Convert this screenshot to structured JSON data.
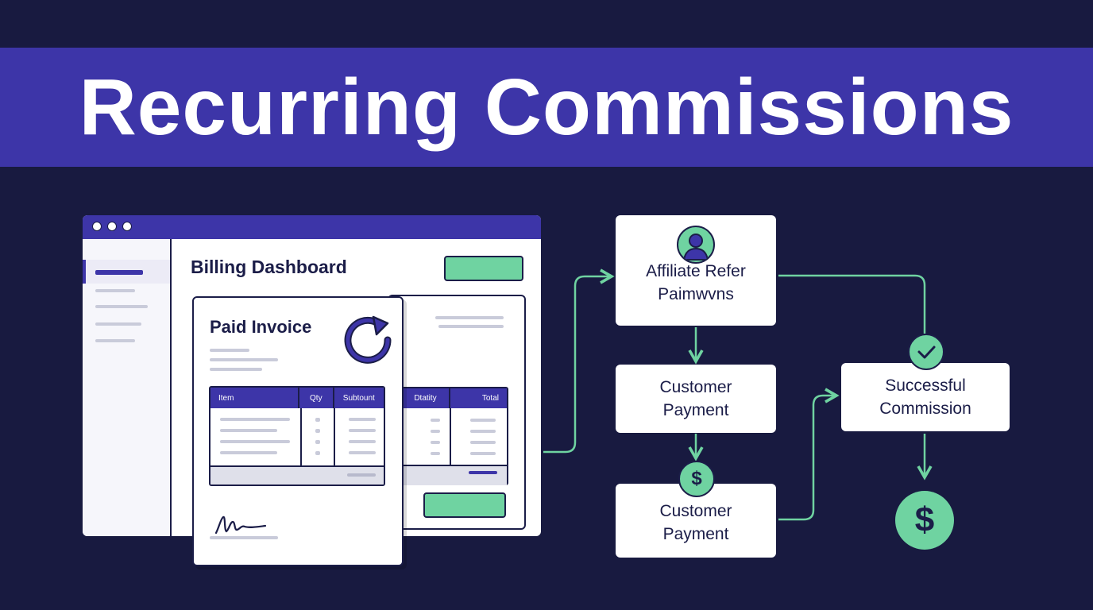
{
  "title": "Recurring Commissions",
  "colors": {
    "background": "#181a40",
    "banner": "#3d35a8",
    "accent_green": "#6fd3a1",
    "ink": "#1b1d48"
  },
  "dashboard": {
    "title": "Billing Dashboard",
    "back_table": {
      "columns": [
        "Dtatity",
        "Total"
      ]
    }
  },
  "invoice": {
    "title": "Paid Invoice",
    "refresh_icon": "refresh-cycle-icon",
    "table": {
      "columns": [
        "Item",
        "Qty",
        "Subtount"
      ]
    },
    "signature_icon": "signature-icon"
  },
  "flow": {
    "affiliate": {
      "line1": "Affiliate Refer",
      "line2": "Paimwvns",
      "icon": "user-avatar-icon"
    },
    "payment_1": {
      "line1": "Customer",
      "line2": "Payment"
    },
    "payment_2": {
      "line1": "Customer",
      "line2": "Payment",
      "badge": "$"
    },
    "commission": {
      "line1": "Successful",
      "line2": "Commission",
      "icon": "checkmark-icon"
    },
    "result_badge": "$"
  }
}
